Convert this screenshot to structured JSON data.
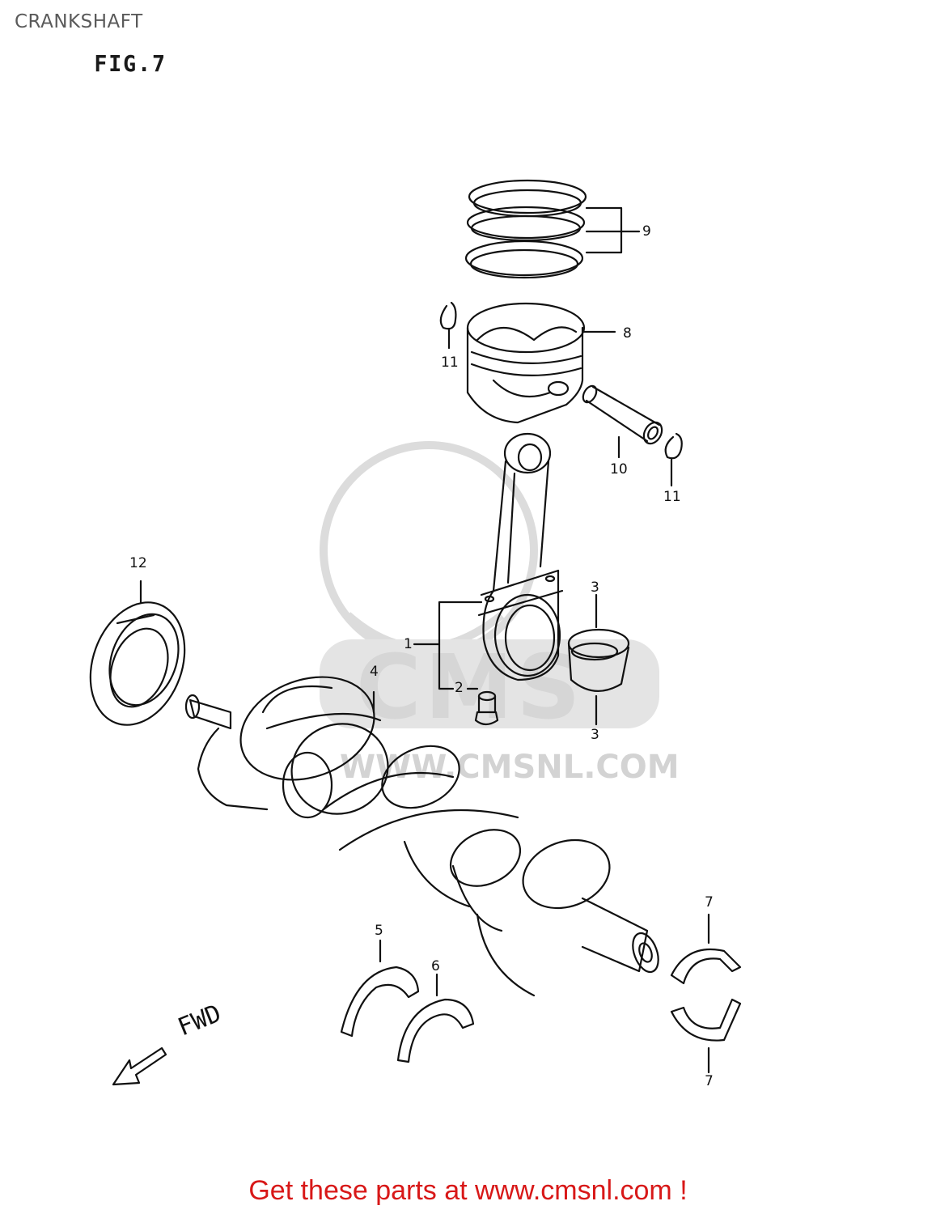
{
  "header": {
    "section_title": "CRANKSHAFT",
    "figure_label": "FIG.7"
  },
  "callouts": {
    "c1": "1",
    "c2": "2",
    "c3a": "3",
    "c3b": "3",
    "c4": "4",
    "c5": "5",
    "c6": "6",
    "c7a": "7",
    "c7b": "7",
    "c8": "8",
    "c9": "9",
    "c10": "10",
    "c11a": "11",
    "c11b": "11",
    "c12": "12"
  },
  "direction_label": "FWD",
  "watermark": {
    "brand": "CMS",
    "url": "WWW.CMSNL.COM"
  },
  "footer": {
    "text": "Get these parts at www.cmsnl.com !"
  },
  "colors": {
    "footer": "#d81818",
    "line": "#111111",
    "watermark": "#d8d8d8"
  }
}
